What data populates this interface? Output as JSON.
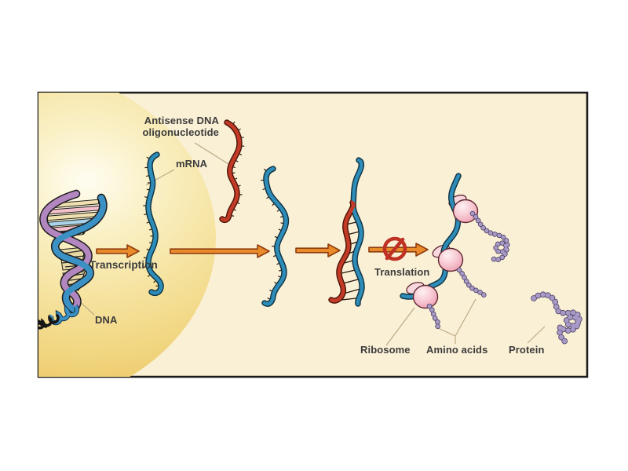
{
  "diagram": {
    "labels": {
      "antisense_line1": "Antisense DNA",
      "antisense_line2": "oligonucleotide",
      "mrna": "mRNA",
      "transcription": "Transcription",
      "dna": "DNA",
      "translation": "Translation",
      "ribosome": "Ribosome",
      "amino_acids": "Amino acids",
      "protein": "Protein"
    },
    "icons": {
      "no_symbol": "no-symbol-icon",
      "step_arrow": "arrow-right-icon"
    },
    "colors": {
      "panel_cream": "#faf0d6",
      "panel_border": "#1b1b1b",
      "nucleus_yellow": "#f2d985",
      "mrna_blue": "#2e8cb8",
      "antisense_red": "#c33b26",
      "arrow_orange": "#e98a2b",
      "prohibition_red": "#bf3122",
      "ribosome_pink": "#f5c3ce",
      "amino_purple": "#a89ac6",
      "label_ink": "#3b3b3b",
      "leader_tan": "#bcab87"
    }
  }
}
